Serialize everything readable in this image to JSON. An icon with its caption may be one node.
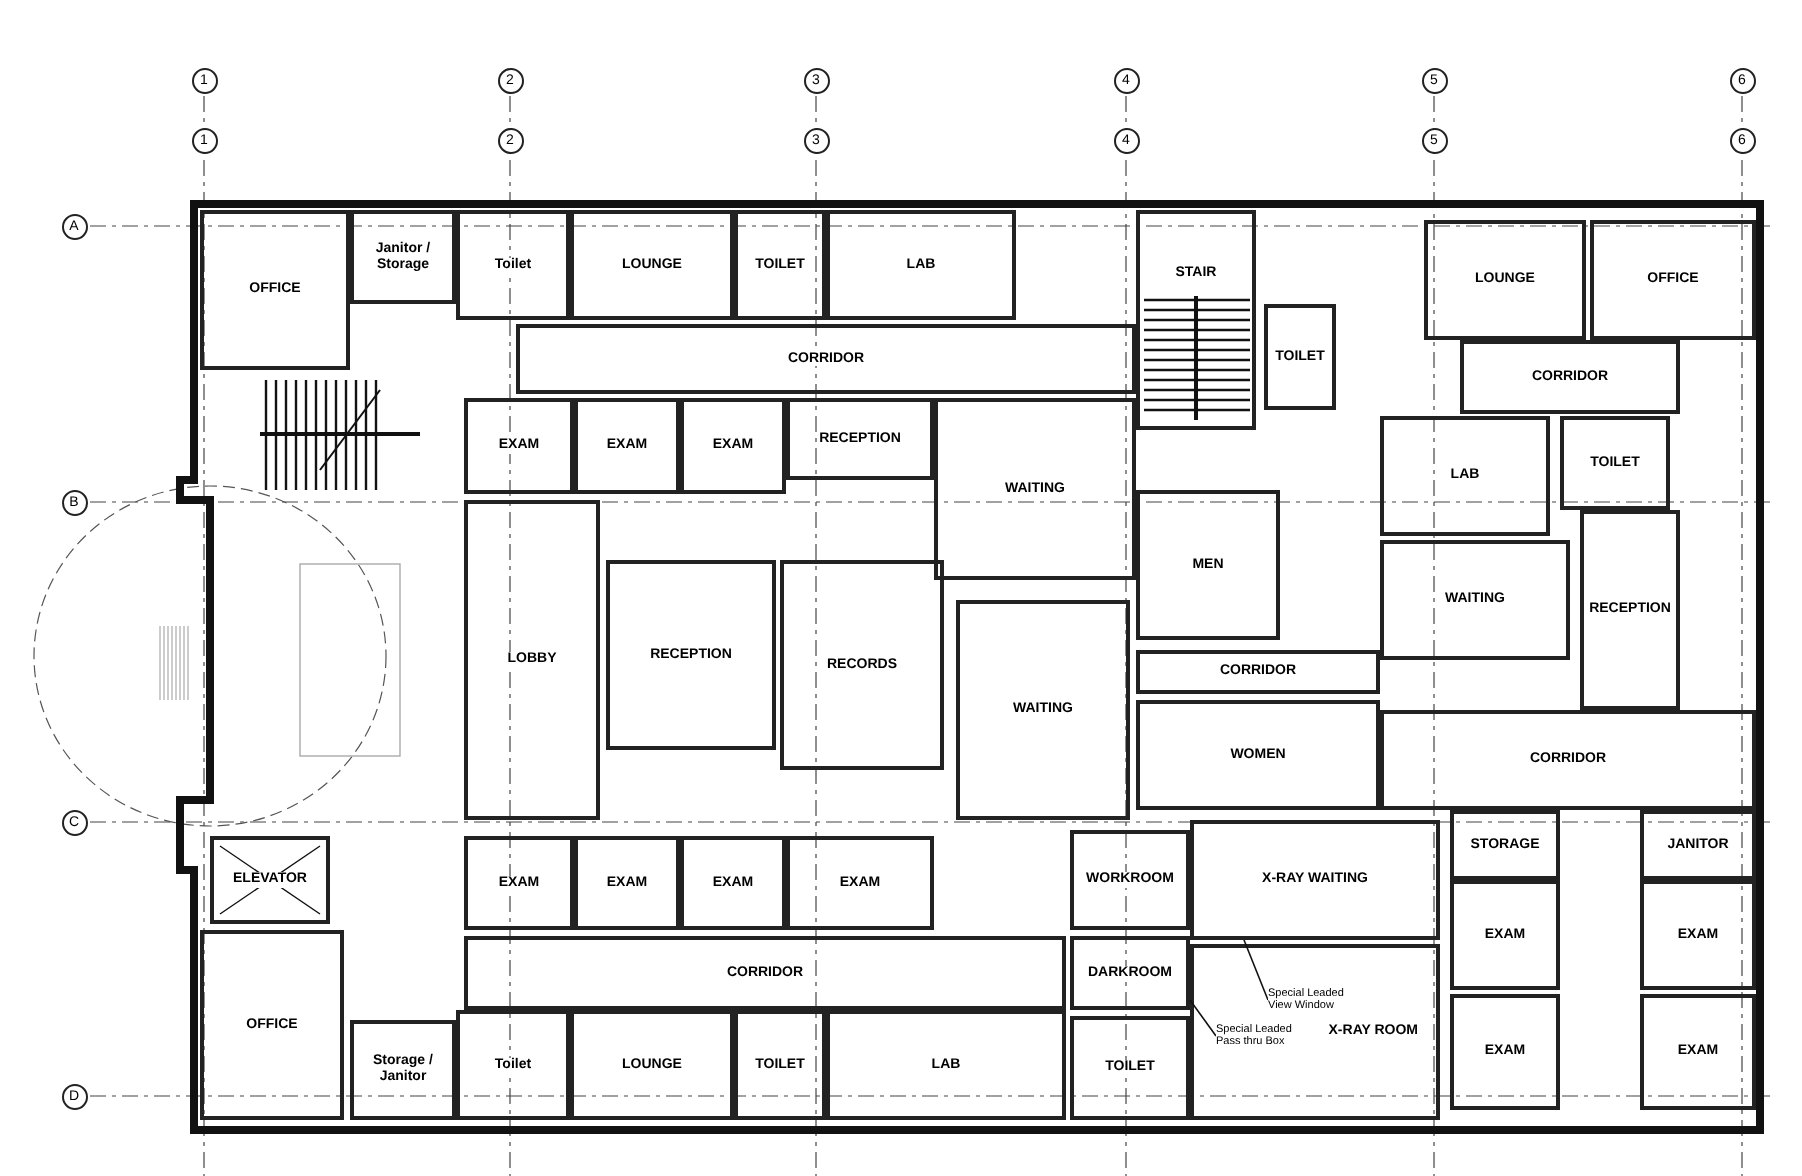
{
  "diagram": {
    "nodes": [
      {
        "text": [
          "OFFICE"
        ]
      },
      {
        "text": [
          "Janitor / Storage"
        ]
      },
      {
        "text": [
          "Toilet"
        ]
      },
      {
        "text": [
          "LOUNGE"
        ]
      },
      {
        "text": [
          "TOILET"
        ]
      },
      {
        "text": [
          "LAB"
        ]
      },
      {
        "text": [
          "STAIR"
        ]
      },
      {
        "text": [
          "TOILET"
        ]
      },
      {
        "text": [
          "LOUNGE"
        ]
      },
      {
        "text": [
          "OFFICE"
        ]
      },
      {
        "text": [
          "CORRIDOR"
        ]
      },
      {
        "text": [
          "EXAM"
        ]
      },
      {
        "text": [
          "EXAM"
        ]
      },
      {
        "text": [
          "EXAM"
        ]
      },
      {
        "text": [
          "RECEPTION"
        ]
      },
      {
        "text": [
          "WAITING"
        ]
      },
      {
        "text": [
          "CORRIDOR"
        ]
      },
      {
        "text": [
          "LAB"
        ]
      },
      {
        "text": [
          "TOILET"
        ]
      },
      {
        "text": [
          "MEN"
        ]
      },
      {
        "text": [
          "WAITING"
        ]
      },
      {
        "text": [
          "RECEPTION"
        ]
      },
      {
        "text": [
          "LOBBY"
        ]
      },
      {
        "text": [
          "RECEPTION"
        ]
      },
      {
        "text": [
          "RECORDS"
        ]
      },
      {
        "text": [
          "CORRIDOR"
        ]
      },
      {
        "text": [
          "WOMEN"
        ]
      },
      {
        "text": [
          "CORRIDOR"
        ]
      },
      {
        "text": [
          "WAITING"
        ]
      },
      {
        "text": [
          "EXAM"
        ]
      },
      {
        "text": [
          "EXAM"
        ]
      },
      {
        "text": [
          "EXAM"
        ]
      },
      {
        "text": [
          "EXAM"
        ]
      },
      {
        "text": [
          "ELEVATOR"
        ]
      },
      {
        "text": [
          "CORRIDOR"
        ]
      },
      {
        "text": [
          "OFFICE"
        ]
      },
      {
        "text": [
          "Storage / Janitor"
        ]
      },
      {
        "text": [
          "Toilet"
        ]
      },
      {
        "text": [
          "LOUNGE"
        ]
      },
      {
        "text": [
          "TOILET"
        ]
      },
      {
        "text": [
          "LAB"
        ]
      },
      {
        "text": [
          "WORKROOM"
        ]
      },
      {
        "text": [
          "DARKROOM"
        ]
      },
      {
        "text": [
          "TOILET"
        ]
      },
      {
        "text": [
          "X-RAY WAITING"
        ]
      },
      {
        "text": [
          "X-RAY ROOM"
        ]
      },
      {
        "text": [
          "STORAGE"
        ]
      },
      {
        "text": [
          "JANITOR"
        ]
      },
      {
        "text": [
          "EXAM"
        ]
      },
      {
        "text": [
          "EXAM"
        ]
      },
      {
        "text": [
          "EXAM"
        ]
      },
      {
        "text": [
          "EXAM"
        ]
      },
      {
        "text": [
          "Special Leaded View Window"
        ],
        "in": 45
      },
      {
        "text": [
          "Special Leaded Pass thru Box"
        ],
        "in": 45
      }
    ],
    "edges": [
      {
        "from": 52,
        "to": 44,
        "arrow": "none"
      },
      {
        "from": 53,
        "to": 42,
        "arrow": "none"
      }
    ],
    "labels": [
      "1",
      "2",
      "3",
      "4",
      "5",
      "6",
      "1",
      "2",
      "3",
      "4",
      "5",
      "6",
      "A",
      "B",
      "C",
      "D"
    ]
  }
}
